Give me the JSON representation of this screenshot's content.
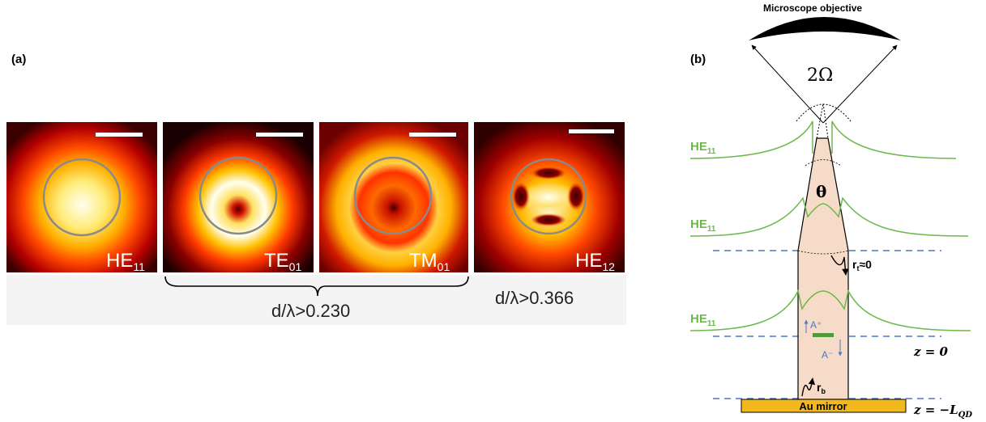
{
  "panel_a": {
    "label": "(a)",
    "modes": [
      {
        "main": "HE",
        "sub": "11"
      },
      {
        "main": "TE",
        "sub": "01"
      },
      {
        "main": "TM",
        "sub": "01"
      },
      {
        "main": "HE",
        "sub": "12"
      }
    ],
    "cond_main": "d/λ>0.230",
    "cond_side": "d/λ>0.366"
  },
  "panel_b": {
    "label": "(b)",
    "objective": "Microscope objective",
    "angle": "2Ω",
    "theta": "θ",
    "mode_main": "HE",
    "mode_sub": "11",
    "rt_main": "r",
    "rt_sub": "t",
    "rt_tail": "≈0",
    "rb_main": "r",
    "rb_sub": "b",
    "a_plus": "A⁺",
    "a_minus": "A⁻",
    "z0": "z = 0",
    "zl_main": "z = −L",
    "zl_sub": "QD",
    "mirror": "Au mirror"
  },
  "colors": {
    "profile_green": "#6cb84a",
    "dash_blue": "#4a78c8",
    "wire_fill": "#f6dcc8",
    "mirror_gold": "#f2b81e"
  }
}
